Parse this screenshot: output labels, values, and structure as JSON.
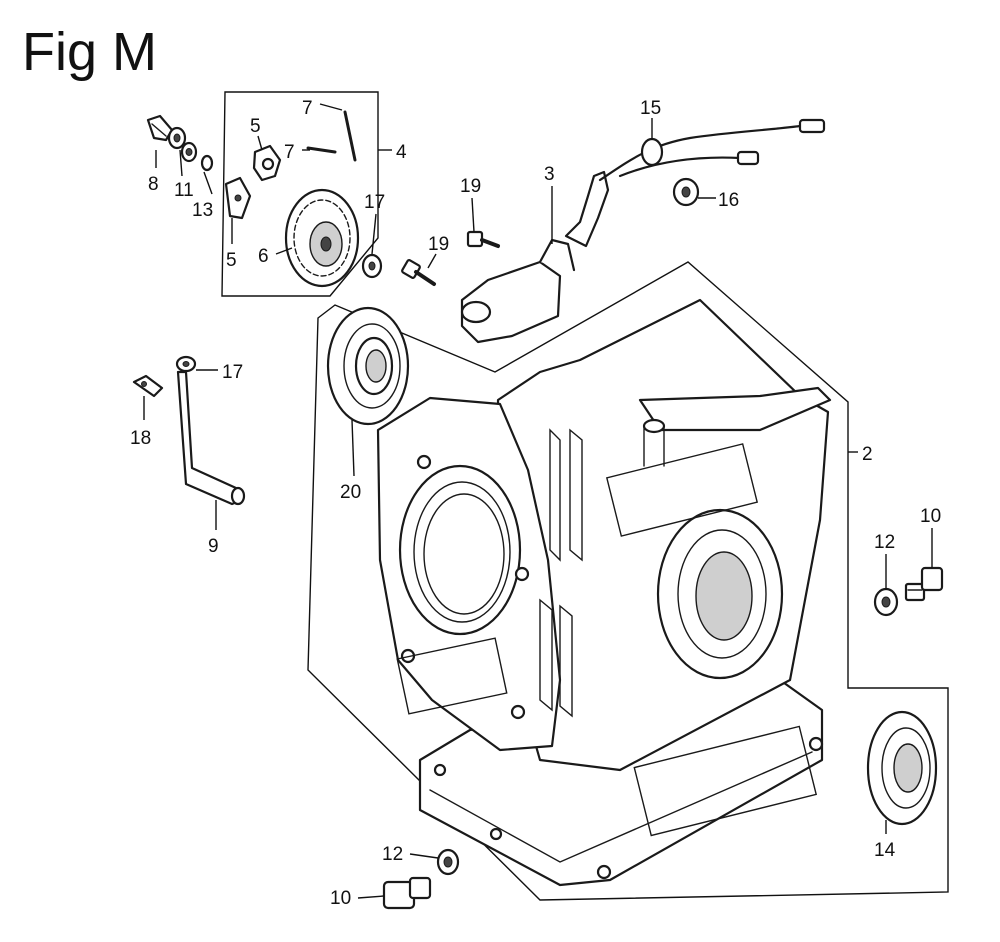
{
  "figure": {
    "title": "Fig M"
  },
  "callouts": [
    {
      "id": "c1",
      "text": "8"
    },
    {
      "id": "c2",
      "text": "11"
    },
    {
      "id": "c3",
      "text": "13"
    },
    {
      "id": "c4",
      "text": "5"
    },
    {
      "id": "c5",
      "text": "5"
    },
    {
      "id": "c6",
      "text": "6"
    },
    {
      "id": "c7",
      "text": "7"
    },
    {
      "id": "c8",
      "text": "7"
    },
    {
      "id": "c9",
      "text": "4"
    },
    {
      "id": "c10",
      "text": "17"
    },
    {
      "id": "c11",
      "text": "19"
    },
    {
      "id": "c12",
      "text": "19"
    },
    {
      "id": "c13",
      "text": "3"
    },
    {
      "id": "c14",
      "text": "15"
    },
    {
      "id": "c15",
      "text": "16"
    },
    {
      "id": "c16",
      "text": "17"
    },
    {
      "id": "c17",
      "text": "18"
    },
    {
      "id": "c18",
      "text": "9"
    },
    {
      "id": "c19",
      "text": "20"
    },
    {
      "id": "c20",
      "text": "2"
    },
    {
      "id": "c21",
      "text": "12"
    },
    {
      "id": "c22",
      "text": "10"
    },
    {
      "id": "c23",
      "text": "14"
    },
    {
      "id": "c24",
      "text": "12"
    },
    {
      "id": "c25",
      "text": "10"
    }
  ]
}
